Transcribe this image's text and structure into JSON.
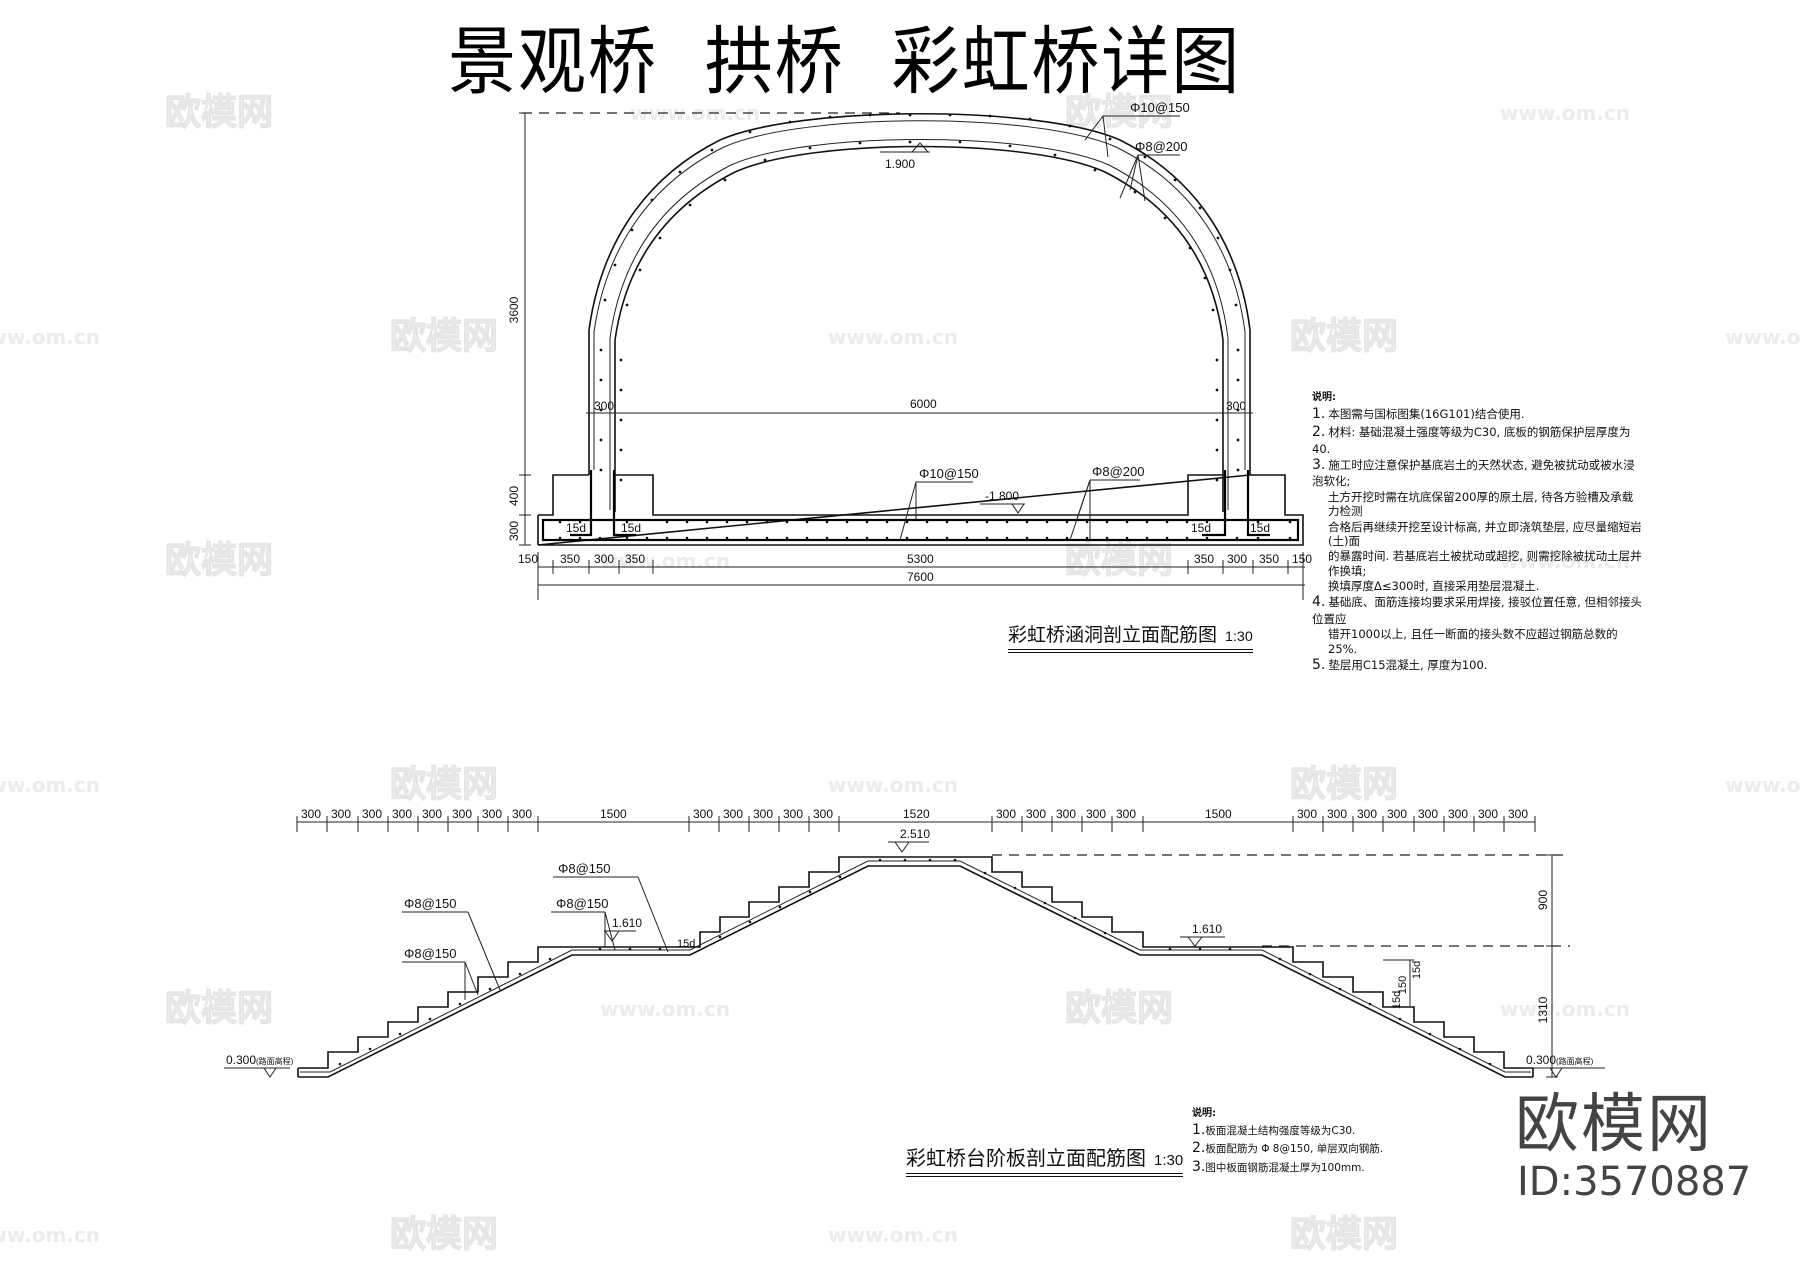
{
  "title": "景观桥  拱桥  彩虹桥详图",
  "drawing1": {
    "caption": "彩虹桥涵洞剖立面配筋图",
    "scale": "1:30",
    "labels": {
      "rebar_outer": "Φ10@150",
      "rebar_inner": "Φ8@200",
      "rebar_base_left": "Φ10@150",
      "rebar_base_right": "Φ8@200",
      "crown_elevation": "1.900",
      "base_elevation": "-1.800",
      "height_total": "3600",
      "height_step": "400",
      "height_footing": "300",
      "span_inner": "6000",
      "wall_thickness_left": "300",
      "wall_thickness_right": "300",
      "anchor_15d": "15d"
    },
    "dim_row_1": [
      "150",
      "350",
      "300",
      "350",
      "5300",
      "350",
      "300",
      "350",
      "150"
    ],
    "dim_row_2": "7600",
    "notes": {
      "heading": "说明:",
      "items": [
        {
          "n": "1.",
          "text": "本图需与国标图集(16G101)结合使用."
        },
        {
          "n": "2.",
          "text": "材料: 基础混凝土强度等级为C30, 底板的钢筋保护层厚度为40."
        },
        {
          "n": "3.",
          "text": "施工时应注意保护基底岩土的天然状态, 避免被扰动或被水浸泡软化;"
        },
        {
          "n": "",
          "text": "土方开挖时需在坑底保留200厚的原土层, 待各方验槽及承载力检测"
        },
        {
          "n": "",
          "text": "合格后再继续开挖至设计标高, 并立即浇筑垫层, 应尽量缩短岩(土)面"
        },
        {
          "n": "",
          "text": "的暴露时间. 若基底岩土被扰动或超挖, 则需挖除被扰动土层并作换填;"
        },
        {
          "n": "",
          "text": "换填厚度Δ≤300时, 直接采用垫层混凝土."
        },
        {
          "n": "4.",
          "text": "基础底、面筋连接均要求采用焊接, 接驳位置任意, 但相邻接头位置应"
        },
        {
          "n": "",
          "text": "错开1000以上, 且任一断面的接头数不应超过钢筋总数的25%."
        },
        {
          "n": "5.",
          "text": "垫层用C15混凝土, 厚度为100."
        }
      ]
    }
  },
  "drawing2": {
    "caption": "彩虹桥台阶板剖立面配筋图",
    "scale": "1:30",
    "top_dims": [
      "300",
      "300",
      "300",
      "300",
      "300",
      "300",
      "300",
      "300",
      "1500",
      "300",
      "300",
      "300",
      "300",
      "300",
      "1520",
      "300",
      "300",
      "300",
      "300",
      "300",
      "1500",
      "300",
      "300",
      "300",
      "300",
      "300",
      "300",
      "300",
      "300"
    ],
    "labels": {
      "rebar_1": "Φ8@150",
      "rebar_2": "Φ8@150",
      "rebar_3": "Φ8@150",
      "rebar_4": "Φ8@150",
      "elev_top": "2.510",
      "elev_landing_left": "1.610",
      "elev_landing_right": "1.610",
      "elev_ground_left": "0.300",
      "elev_ground_right": "0.300",
      "ground_note": "(路面高程)",
      "height_upper": "900",
      "height_lower": "1310",
      "anchor_15d": "15d",
      "anchor_150": "150"
    },
    "notes": {
      "heading": "说明:",
      "items": [
        {
          "n": "1.",
          "text": "板面混凝土结构强度等级为C30."
        },
        {
          "n": "2.",
          "text": "板面配筋为 Φ 8@150, 单层双向钢筋."
        },
        {
          "n": "3.",
          "text": "图中板面钢筋混凝土厚为100mm."
        }
      ]
    }
  },
  "watermark": {
    "brand": "欧模网",
    "id": "ID:3570887",
    "url": "www.om.cn"
  }
}
